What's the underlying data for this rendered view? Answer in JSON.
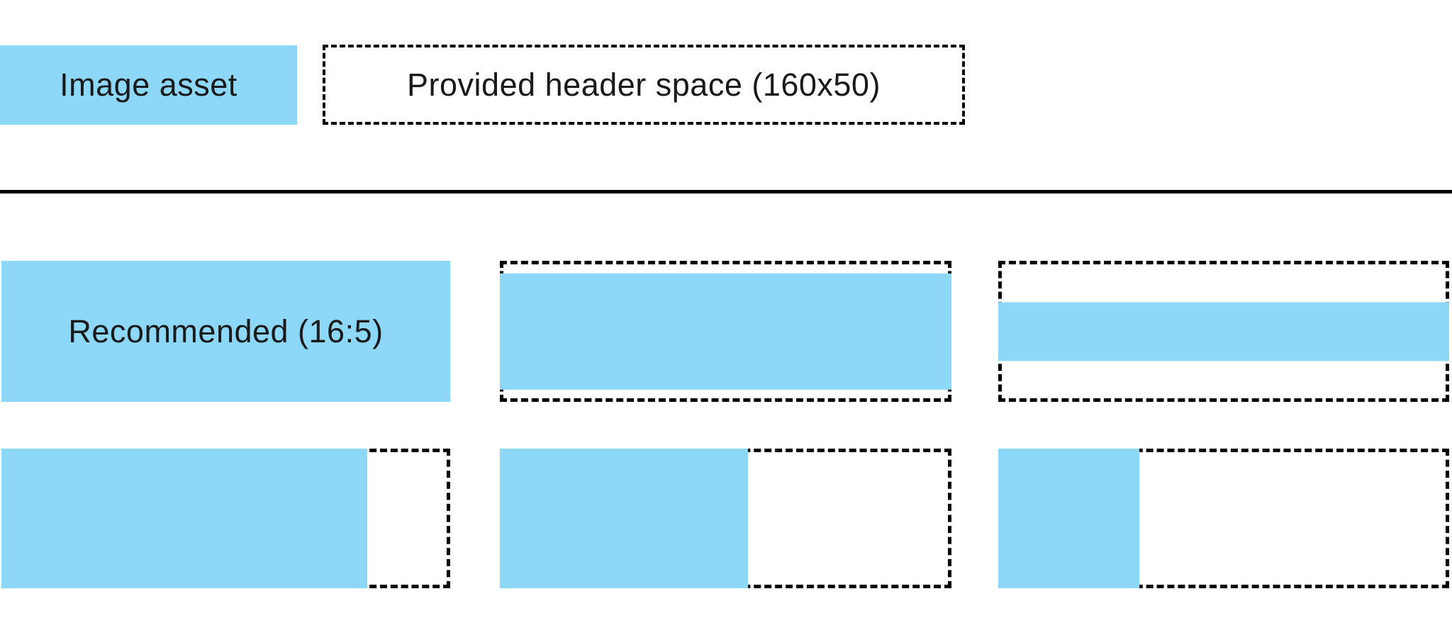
{
  "colors": {
    "asset_blue": "#8DD8F8",
    "outline": "#000000",
    "text": "#1A1A1A",
    "background": "#FFFFFF"
  },
  "legend": {
    "asset_swatch_label": "Image asset",
    "header_space_box_label": "Provided header space (160x50)"
  },
  "header_space_size": "160x50",
  "examples": [
    {
      "name": "recommended-16x5",
      "label": "Recommended (16:5)",
      "fill": {
        "width_pct": 100,
        "height_pct": 100,
        "valign": "top"
      }
    },
    {
      "name": "wide-asset-letterboxed",
      "label": "",
      "fill": {
        "width_pct": 100,
        "height_pct": 87,
        "valign": "center"
      }
    },
    {
      "name": "ultrawide-asset-letterboxed",
      "label": "",
      "fill": {
        "width_pct": 100,
        "height_pct": 44,
        "valign": "center"
      }
    },
    {
      "name": "tall-asset-pillarboxed",
      "label": "",
      "fill": {
        "width_pct": 82,
        "height_pct": 100,
        "valign": "top"
      }
    },
    {
      "name": "taller-asset-pillarboxed",
      "label": "",
      "fill": {
        "width_pct": 55,
        "height_pct": 100,
        "valign": "top"
      }
    },
    {
      "name": "narrow-asset-pillarboxed",
      "label": "",
      "fill": {
        "width_pct": 31,
        "height_pct": 100,
        "valign": "top"
      }
    }
  ]
}
